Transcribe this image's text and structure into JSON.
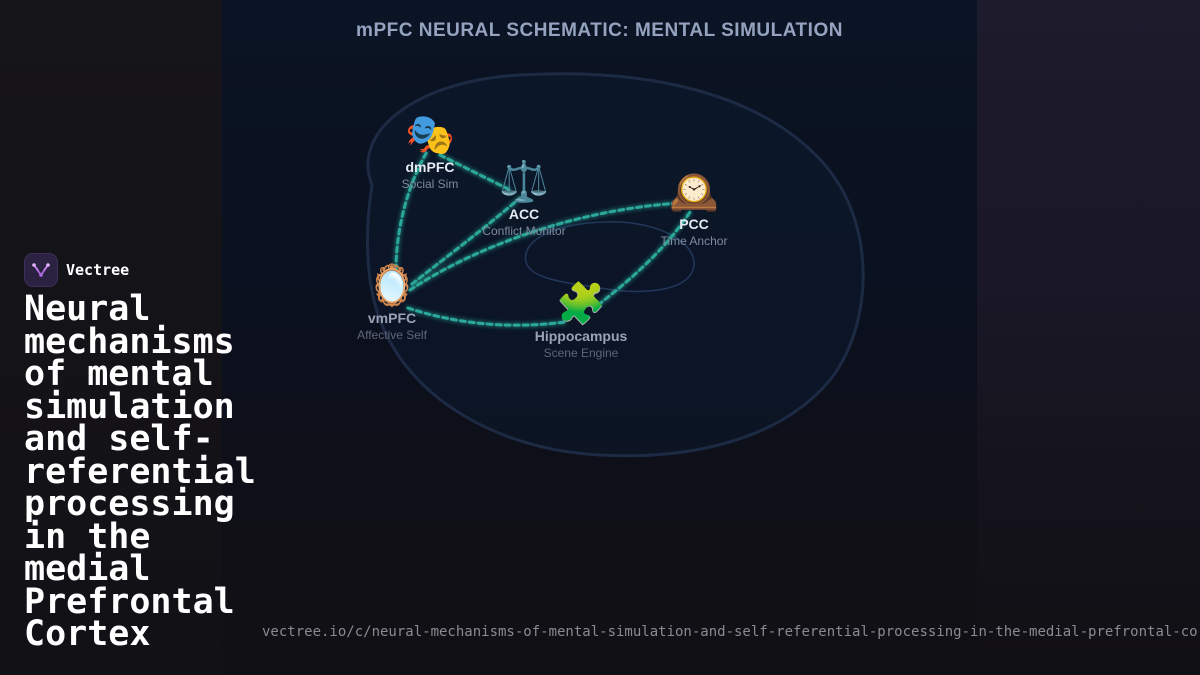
{
  "schematic": {
    "title": "mPFC NEURAL SCHEMATIC: MENTAL SIMULATION",
    "nodes": [
      {
        "id": "dmpfc",
        "emoji": "🎭",
        "name": "dmPFC",
        "role": "Social Sim"
      },
      {
        "id": "acc",
        "emoji": "⚖️",
        "name": "ACC",
        "role": "Conflict Monitor"
      },
      {
        "id": "pcc",
        "emoji": "🕰️",
        "name": "PCC",
        "role": "Time Anchor"
      },
      {
        "id": "vmpfc",
        "emoji": "🪞",
        "name": "vmPFC",
        "role": "Affective Self"
      },
      {
        "id": "hippocampus",
        "emoji": "🧩",
        "name": "Hippocampus",
        "role": "Scene Engine"
      }
    ],
    "connections": [
      [
        "vmpfc",
        "dmpfc"
      ],
      [
        "dmpfc",
        "acc"
      ],
      [
        "vmpfc",
        "acc"
      ],
      [
        "vmpfc",
        "pcc"
      ],
      [
        "vmpfc",
        "hippocampus"
      ],
      [
        "hippocampus",
        "pcc"
      ]
    ],
    "colors": {
      "link": "#2fb8a6",
      "outline": "#1c2a44"
    }
  },
  "brand": {
    "name": "Vectree",
    "logo_icon": "vectree-logo-icon"
  },
  "title": "Neural mechanisms of mental simulation and self-referential processing in the medial Prefrontal Cortex",
  "url": "vectree.io/c/neural-mechanisms-of-mental-simulation-and-self-referential-processing-in-the-medial-prefrontal-cortex"
}
